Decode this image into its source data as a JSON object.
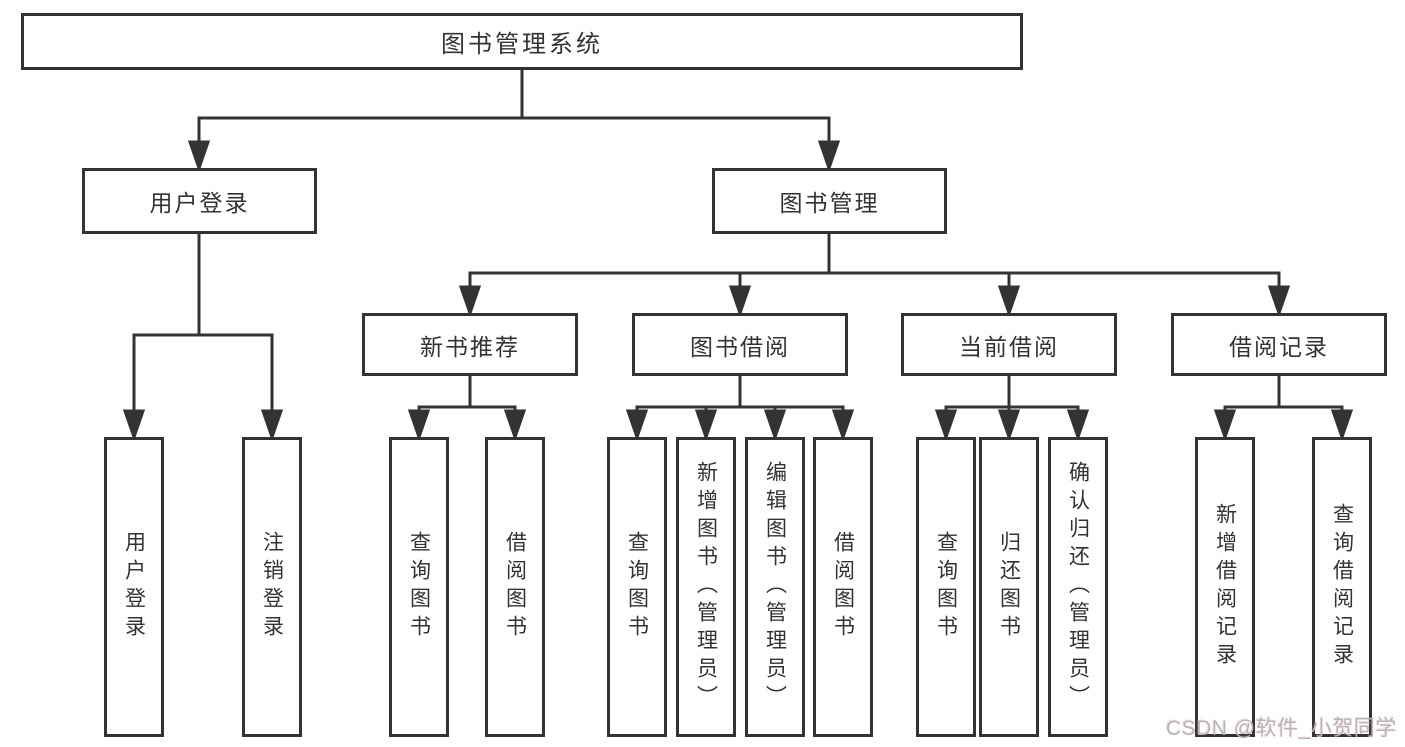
{
  "colors": {
    "line": "#333333",
    "box_border": "#333333",
    "text": "#333333",
    "watermark": "#b5b5b5",
    "background": "#ffffff"
  },
  "tree": {
    "root": "图书管理系统",
    "user_login": {
      "label": "用户登录",
      "children": {
        "login": "用户登录",
        "logout": "注销登录"
      }
    },
    "book_mgmt": {
      "label": "图书管理",
      "new_book_rec": {
        "label": "新书推荐",
        "children": {
          "query_book": "查询图书",
          "borrow_book": "借阅图书"
        }
      },
      "book_borrow": {
        "label": "图书借阅",
        "children": {
          "query_book": "查询图书",
          "add_book": "新增图书（管理员）",
          "edit_book": "编辑图书（管理员）",
          "borrow_book": "借阅图书"
        }
      },
      "current_borrow": {
        "label": "当前借阅",
        "children": {
          "query_book": "查询图书",
          "return_book": "归还图书",
          "confirm_return": "确认归还（管理员）"
        }
      },
      "borrow_record": {
        "label": "借阅记录",
        "children": {
          "add_record": "新增借阅记录",
          "query_record": "查询借阅记录"
        }
      }
    }
  },
  "watermark": "CSDN @软件_小贺同学"
}
